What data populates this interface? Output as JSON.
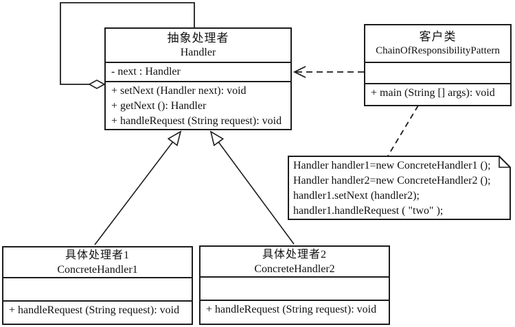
{
  "colors": {
    "line": "#1c1c1c",
    "background": "#ffffff",
    "text": "#111111"
  },
  "classes": {
    "handler": {
      "name_cn": "抽象处理者",
      "name_en": "Handler",
      "attributes": [
        "- next : Handler"
      ],
      "methods": [
        "+ setNext (Handler next): void",
        "+ getNext (): Handler",
        "+ handleRequest (String request): void"
      ]
    },
    "client": {
      "name_cn": "客户类",
      "name_en": "ChainOfResponsibilityPattern",
      "attributes": [],
      "methods": [
        "+ main (String [] args): void"
      ]
    },
    "concrete1": {
      "name_cn": "具体处理者1",
      "name_en": "ConcreteHandler1",
      "attributes": [],
      "methods": [
        "+ handleRequest (String request): void"
      ]
    },
    "concrete2": {
      "name_cn": "具体处理者2",
      "name_en": "ConcreteHandler2",
      "attributes": [],
      "methods": [
        "+ handleRequest (String request): void"
      ]
    }
  },
  "note": {
    "lines": [
      "Handler handler1=new ConcreteHandler1 ();",
      "Handler handler2=new ConcreteHandler2 ();",
      "handler1.setNext (handler2);",
      "handler1.handleRequest ( \"two\" );"
    ]
  }
}
